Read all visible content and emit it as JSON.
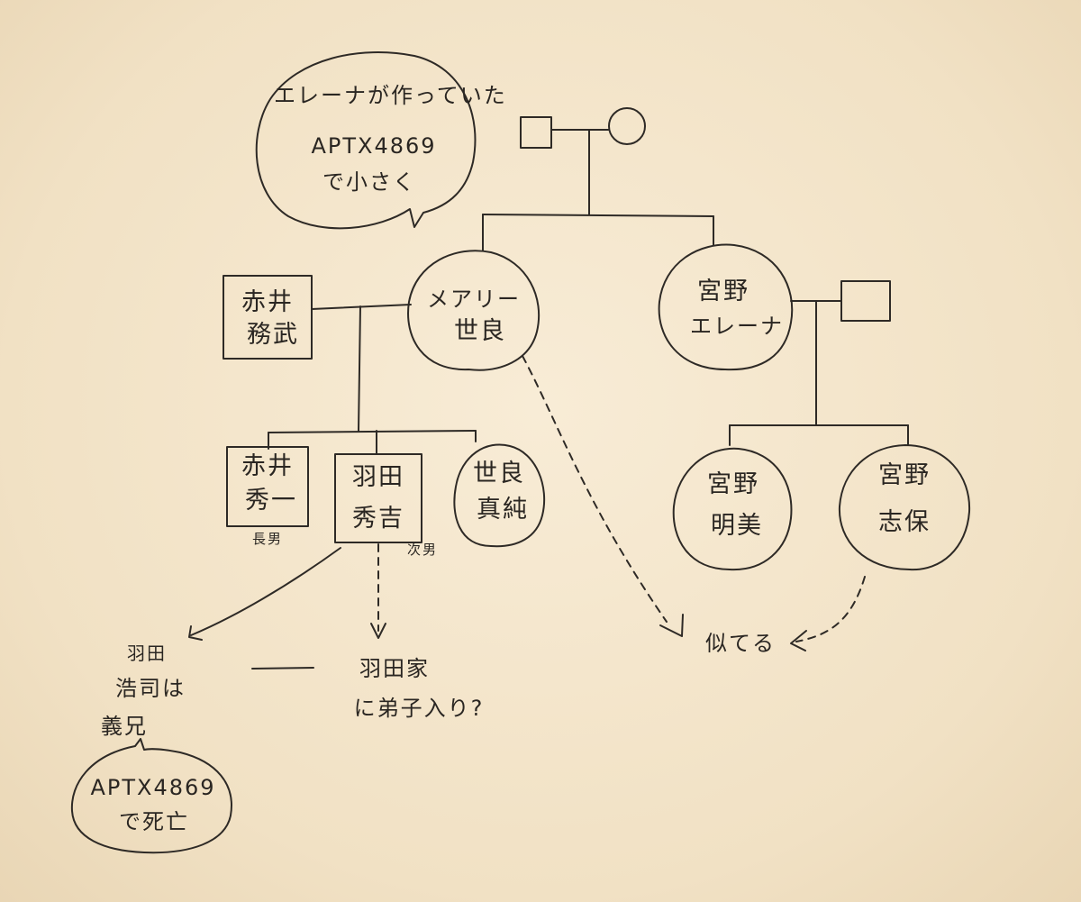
{
  "speech_top": {
    "line1": "エレーナが作っていた",
    "line2": "APTX4869",
    "line3": "で小さく"
  },
  "people": {
    "akai_tsutomu": {
      "given_family": "赤井",
      "given_name": "務武"
    },
    "mary": {
      "line1": "メアリー",
      "line2": "世良"
    },
    "miyano_elena": {
      "line1": "宮野",
      "line2": "エレーナ"
    },
    "akai_shuichi": {
      "line1": "赤井",
      "line2": "秀一",
      "tag": "長男"
    },
    "haneda_shukichi": {
      "line1": "羽田",
      "line2": "秀吉",
      "tag": "次男"
    },
    "sera_masumi": {
      "line1": "世良",
      "line2": "真純"
    },
    "miyano_akemi": {
      "line1": "宮野",
      "line2": "明美"
    },
    "miyano_shiho": {
      "line1": "宮野",
      "line2": "志保"
    }
  },
  "notes": {
    "haneda_koji": {
      "line1": "羽田",
      "line2": "浩司は",
      "line3": "義兄"
    },
    "apprentice": {
      "line1": "羽田家",
      "line2": "に弟子入り?"
    },
    "resemble": "似てる",
    "speech_bottom": {
      "line1": "APTX4869",
      "line2": "で死亡"
    }
  }
}
